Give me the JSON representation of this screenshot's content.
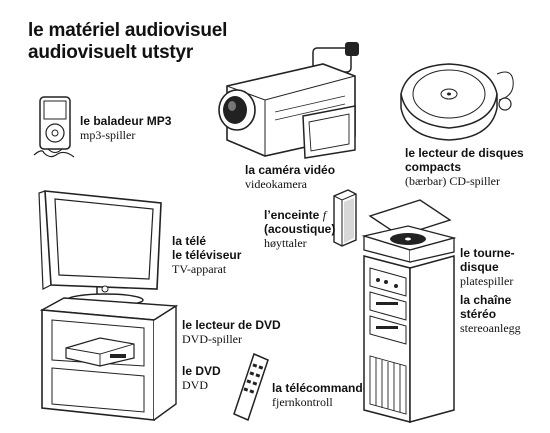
{
  "title": {
    "line1": "le matériel audiovisuel",
    "line2": "audiovisuelt utstyr"
  },
  "items": {
    "mp3": {
      "fr": "le baladeur MP3",
      "no": "mp3-spiller",
      "icon": "mp3-player-icon"
    },
    "camera": {
      "fr": "la caméra vidéo",
      "no": "videokamera",
      "icon": "video-camera-icon"
    },
    "cd_player": {
      "fr_line1": "le lecteur de disques",
      "fr_line2": "compacts",
      "no": "(bærbar) CD-spiller",
      "icon": "cd-player-icon"
    },
    "tv": {
      "fr_line1": "la télé",
      "fr_line2": "le téléviseur",
      "no": "TV-apparat",
      "icon": "tv-icon"
    },
    "speaker": {
      "fr_line1": "l’enceinte",
      "gender": "f",
      "fr_line2": "(acoustique)",
      "no": "høyttaler",
      "icon": "speaker-icon"
    },
    "turntable": {
      "fr_line1": "le tourne-",
      "fr_line2": "disque",
      "no": "platespiller",
      "icon": "turntable-icon"
    },
    "stereo": {
      "fr_line1": "la chaîne",
      "fr_line2": "stéréo",
      "no": "stereoanlegg",
      "icon": "stereo-system-icon"
    },
    "dvd_player": {
      "fr": "le lecteur de DVD",
      "no": "DVD-spiller",
      "icon": "dvd-player-icon"
    },
    "dvd": {
      "fr": "le DVD",
      "no": "DVD",
      "icon": "dvd-icon"
    },
    "remote": {
      "fr": "la télécommande",
      "no": "fjernkontroll",
      "icon": "remote-control-icon"
    }
  }
}
